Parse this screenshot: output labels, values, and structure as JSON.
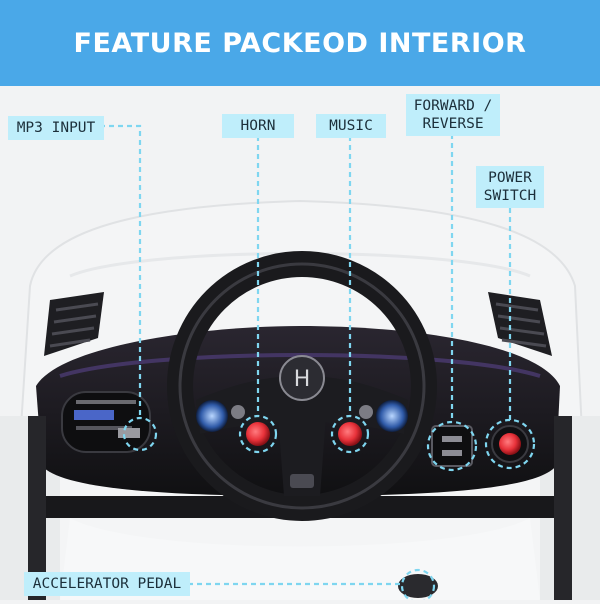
{
  "header": {
    "title": "FEATURE PACKEOD INTERIOR"
  },
  "callouts": {
    "mp3_input": "MP3 INPUT",
    "horn": "HORN",
    "music": "MUSIC",
    "forward_reverse_line1": "FORWARD /",
    "forward_reverse_line2": "REVERSE",
    "power_switch_line1": "POWER",
    "power_switch_line2": "SWITCH",
    "accelerator_pedal": "ACCELERATOR PEDAL"
  },
  "colors": {
    "banner": "#4aa8e8",
    "label_bg": "#bfeefb",
    "leader_line": "#7fd6f0",
    "button_red": "#e8323a",
    "car_body": "#f4f5f6",
    "dashboard": "#1c1d20"
  },
  "icons": [
    "steering-wheel-icon",
    "mp3-player-icon",
    "horn-button-icon",
    "music-button-icon",
    "gear-switch-icon",
    "power-switch-icon",
    "pedal-icon"
  ]
}
